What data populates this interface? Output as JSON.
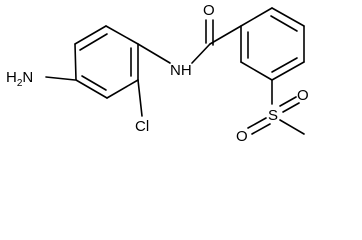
{
  "atoms": {
    "amine": {
      "main": "H",
      "sub": "2",
      "tail": "N"
    },
    "amide_n": "NH",
    "carbonyl_o": "O",
    "chlorine": "Cl",
    "sulfur": "S",
    "sulfonyl_o1": "O",
    "sulfonyl_o2": "O"
  }
}
